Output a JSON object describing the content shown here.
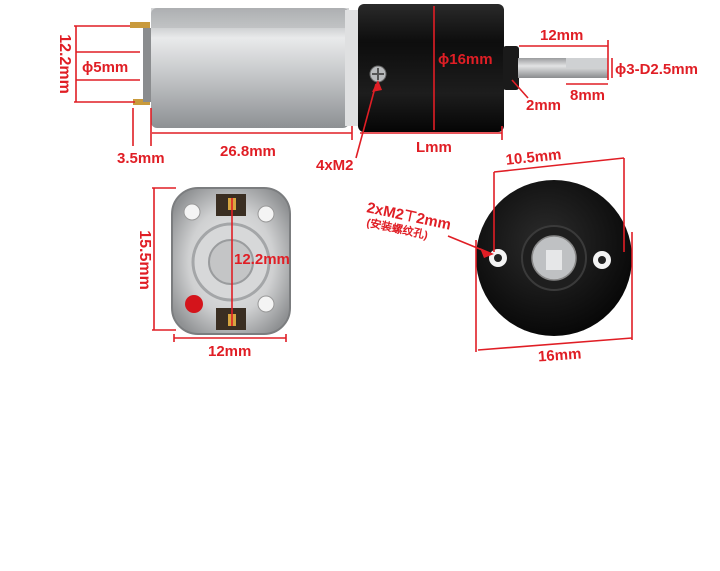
{
  "labels": {
    "height_left": "12.2mm",
    "shaft_d5": "ϕ5mm",
    "terminal": "3.5mm",
    "motor_len": "26.8mm",
    "screws": "4xM2",
    "gear_len": "Lmm",
    "gear_dia": "ϕ16mm",
    "shaft_len": "12mm",
    "shaft_dd": "ϕ3-D2.5mm",
    "shaft_flat": "8mm",
    "shoulder": "2mm",
    "end_height": "15.5mm",
    "end_inner": "12.2mm",
    "end_width": "12mm",
    "hole_spacing": "10.5mm",
    "mount_holes": "2xM2⊤2mm",
    "mount_note": "(安装螺纹孔)",
    "face_dia": "16mm"
  },
  "colors": {
    "dimension": "#e01e25",
    "gearbox": "#141414",
    "motor": "#c8cacc"
  }
}
